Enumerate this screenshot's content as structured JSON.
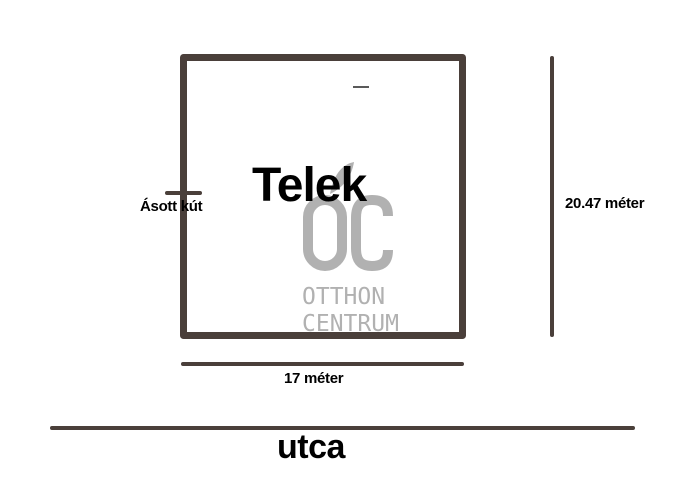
{
  "plot": {
    "title": "Telek",
    "well_label": "Ásott kút",
    "height_label": "20.47 méter",
    "width_label": "17 méter",
    "street_label": "utca",
    "height_m": 20.47,
    "width_m": 17
  },
  "watermark": {
    "logo_icon": "oc-logo-icon",
    "line1": "OTTHON",
    "line2": "CENTRUM",
    "color": "#b1b1b1"
  },
  "colors": {
    "outline": "#4a3f3a",
    "text": "#000000"
  }
}
